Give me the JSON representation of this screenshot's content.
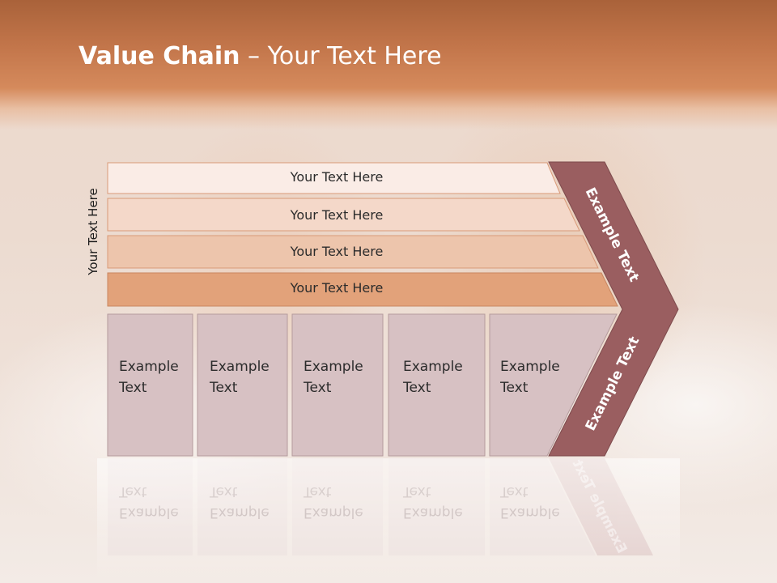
{
  "title": {
    "bold": "Value Chain",
    "rest": " – Your Text Here"
  },
  "side_label": "Your Text Here",
  "bars": [
    {
      "label": "Your Text Here"
    },
    {
      "label": "Your Text Here"
    },
    {
      "label": "Your Text Here"
    },
    {
      "label": "Your Text Here"
    }
  ],
  "boxes": [
    {
      "line1": "Example",
      "line2": "Text"
    },
    {
      "line1": "Example",
      "line2": "Text"
    },
    {
      "line1": "Example",
      "line2": "Text"
    },
    {
      "line1": "Example",
      "line2": "Text"
    },
    {
      "line1": "Example",
      "line2": "Text"
    }
  ],
  "chevron": {
    "top_label": "Example Text",
    "bottom_label": "Example Text"
  },
  "colors": {
    "header": "#c2754a",
    "bars": [
      "#faece6",
      "#f4d8c9",
      "#edc5ac",
      "#e2a27a"
    ],
    "box_fill": "#d7c1c3",
    "chevron": "#9a5e60"
  }
}
